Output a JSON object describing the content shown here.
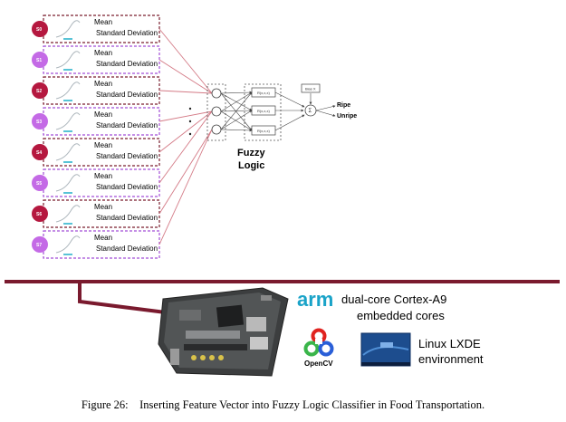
{
  "sensors": [
    {
      "id": "S0",
      "mean": "Mean",
      "sd": "Standard Deviation",
      "color": "#b5183f",
      "border": "#7a1f2e"
    },
    {
      "id": "S1",
      "mean": "Mean",
      "sd": "Standard Deviation",
      "color": "#c46ae6",
      "border": "#a24dd6"
    },
    {
      "id": "S2",
      "mean": "Mean",
      "sd": "Standard Deviation",
      "color": "#b5183f",
      "border": "#7a1f2e"
    },
    {
      "id": "S3",
      "mean": "Mean",
      "sd": "Standard Deviation",
      "color": "#c46ae6",
      "border": "#a24dd6"
    },
    {
      "id": "S4",
      "mean": "Mean",
      "sd": "Standard Deviation",
      "color": "#b5183f",
      "border": "#7a1f2e"
    },
    {
      "id": "S5",
      "mean": "Mean",
      "sd": "Standard Deviation",
      "color": "#c46ae6",
      "border": "#a24dd6"
    },
    {
      "id": "S6",
      "mean": "Mean",
      "sd": "Standard Deviation",
      "color": "#b5183f",
      "border": "#7a1f2e"
    },
    {
      "id": "S7",
      "mean": "Mean",
      "sd": "Standard Deviation",
      "color": "#c46ae6",
      "border": "#a24dd6"
    }
  ],
  "fuzzy": {
    "line1": "Fuzzy",
    "line2": "Logic",
    "rule_labels": [
      "R(x,x,x)",
      "R(x,x,x)",
      "R(x,x,x)"
    ],
    "bias_label": "Bias X",
    "sum_label": "Σ",
    "outputs": [
      "Ripe",
      "Unripe"
    ]
  },
  "platform": {
    "arm_logo": "arm",
    "arm_line1": "dual-core Cortex-A9",
    "arm_line2": "embedded cores",
    "opencv": "OpenCV",
    "linux_line1": "Linux LXDE",
    "linux_line2": "environment"
  },
  "caption": "Figure 26:    Inserting Feature Vector into Fuzzy Logic Classifier in Food Transportation.",
  "colors": {
    "bus": "#7a1a2e",
    "connector": "#d47a86",
    "arm": "#1aa3c8"
  }
}
